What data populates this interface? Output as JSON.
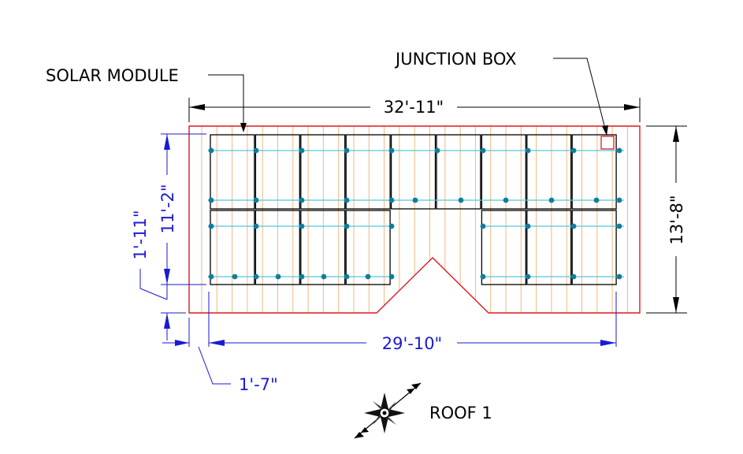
{
  "labels": {
    "solar_module": "SOLAR MODULE",
    "junction_box": "JUNCTION BOX",
    "roof_title": "ROOF 1"
  },
  "dimensions": {
    "top_width": "32'-11\"",
    "array_width": "29'-10\"",
    "right_height": "13'-8\"",
    "array_height": "11'-2\"",
    "bottom_setback": "1'-11\"",
    "left_setback": "1'-7\""
  },
  "modules": {
    "rows": 2,
    "upper_row_count": 9,
    "lower_row_count": 7
  },
  "colors": {
    "roof_outline": "#e0191c",
    "rafter": "#f2b880",
    "rail": "#55c8dc",
    "attachment": "#0e7e9c",
    "module_edge": "#000000",
    "dimension_blue": "#1a1ad6",
    "dimension_black": "#000000",
    "junction_box": "#e0191c"
  },
  "icons": {
    "north_arrow": "compass-rose-icon"
  }
}
